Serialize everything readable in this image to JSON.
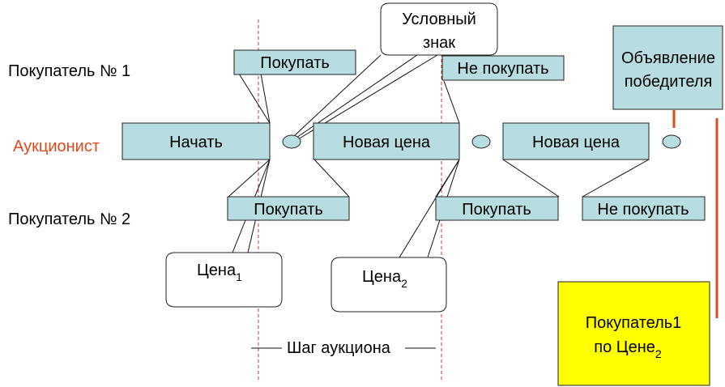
{
  "labels": {
    "buyer1": "Покупатель № 1",
    "auctioneer": "Аукционист",
    "buyer2": "Покупатель № 2"
  },
  "boxes": {
    "start": "Начать",
    "new_price_1": "Новая цена",
    "new_price_2": "Новая цена",
    "buy_b1": "Покупать",
    "no_buy_b1": "Не покупать",
    "buy_b2_1": "Покупать",
    "buy_b2_2": "Покупать",
    "no_buy_b2": "Не покупать",
    "winner_line1": "Объявление",
    "winner_line2": "победителя"
  },
  "callouts": {
    "legend_line1": "Условный",
    "legend_line2": "знак",
    "price1_base": "Цена",
    "price1_sub": "1",
    "price2_base": "Цена",
    "price2_sub": "2"
  },
  "step_label": "Шаг аукциона",
  "result": {
    "line1": "Покупатель1",
    "line2_base": "по Цене",
    "line2_sub": "2"
  },
  "colors": {
    "box_fill": "#b7dde0",
    "auctioneer_text": "#e24a1a",
    "result_fill": "#ffff00",
    "dashed_line": "#c0392b"
  }
}
